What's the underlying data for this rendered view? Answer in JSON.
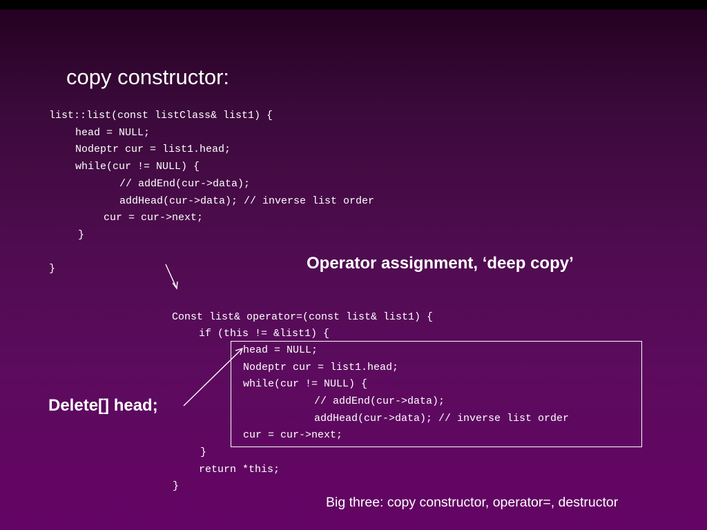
{
  "slide": {
    "title": "copy constructor:",
    "copy_constructor_code": [
      "list::list(const listClass& list1) {",
      "head = NULL;",
      "Nodeptr cur = list1.head;",
      "while(cur != NULL) {",
      "// addEnd(cur->data);",
      "addHead(cur->data); // inverse list order",
      "cur = cur->next;",
      "}",
      "}"
    ],
    "operator_heading": "Operator assignment, ‘deep copy’",
    "operator_code": [
      "Const list& operator=(const list& list1) {",
      "if (this != &list1) {",
      "head = NULL;",
      "Nodeptr cur = list1.head;",
      "while(cur != NULL) {",
      "// addEnd(cur->data);",
      "addHead(cur->data); // inverse list order",
      "cur = cur->next;",
      "}",
      "return *this;",
      "}"
    ],
    "delete_note": "Delete[] head;",
    "footer": "Big three: copy constructor, operator=, destructor"
  },
  "colors": {
    "background_top": "#230020",
    "background_bottom": "#640464",
    "text": "#ffffff"
  }
}
